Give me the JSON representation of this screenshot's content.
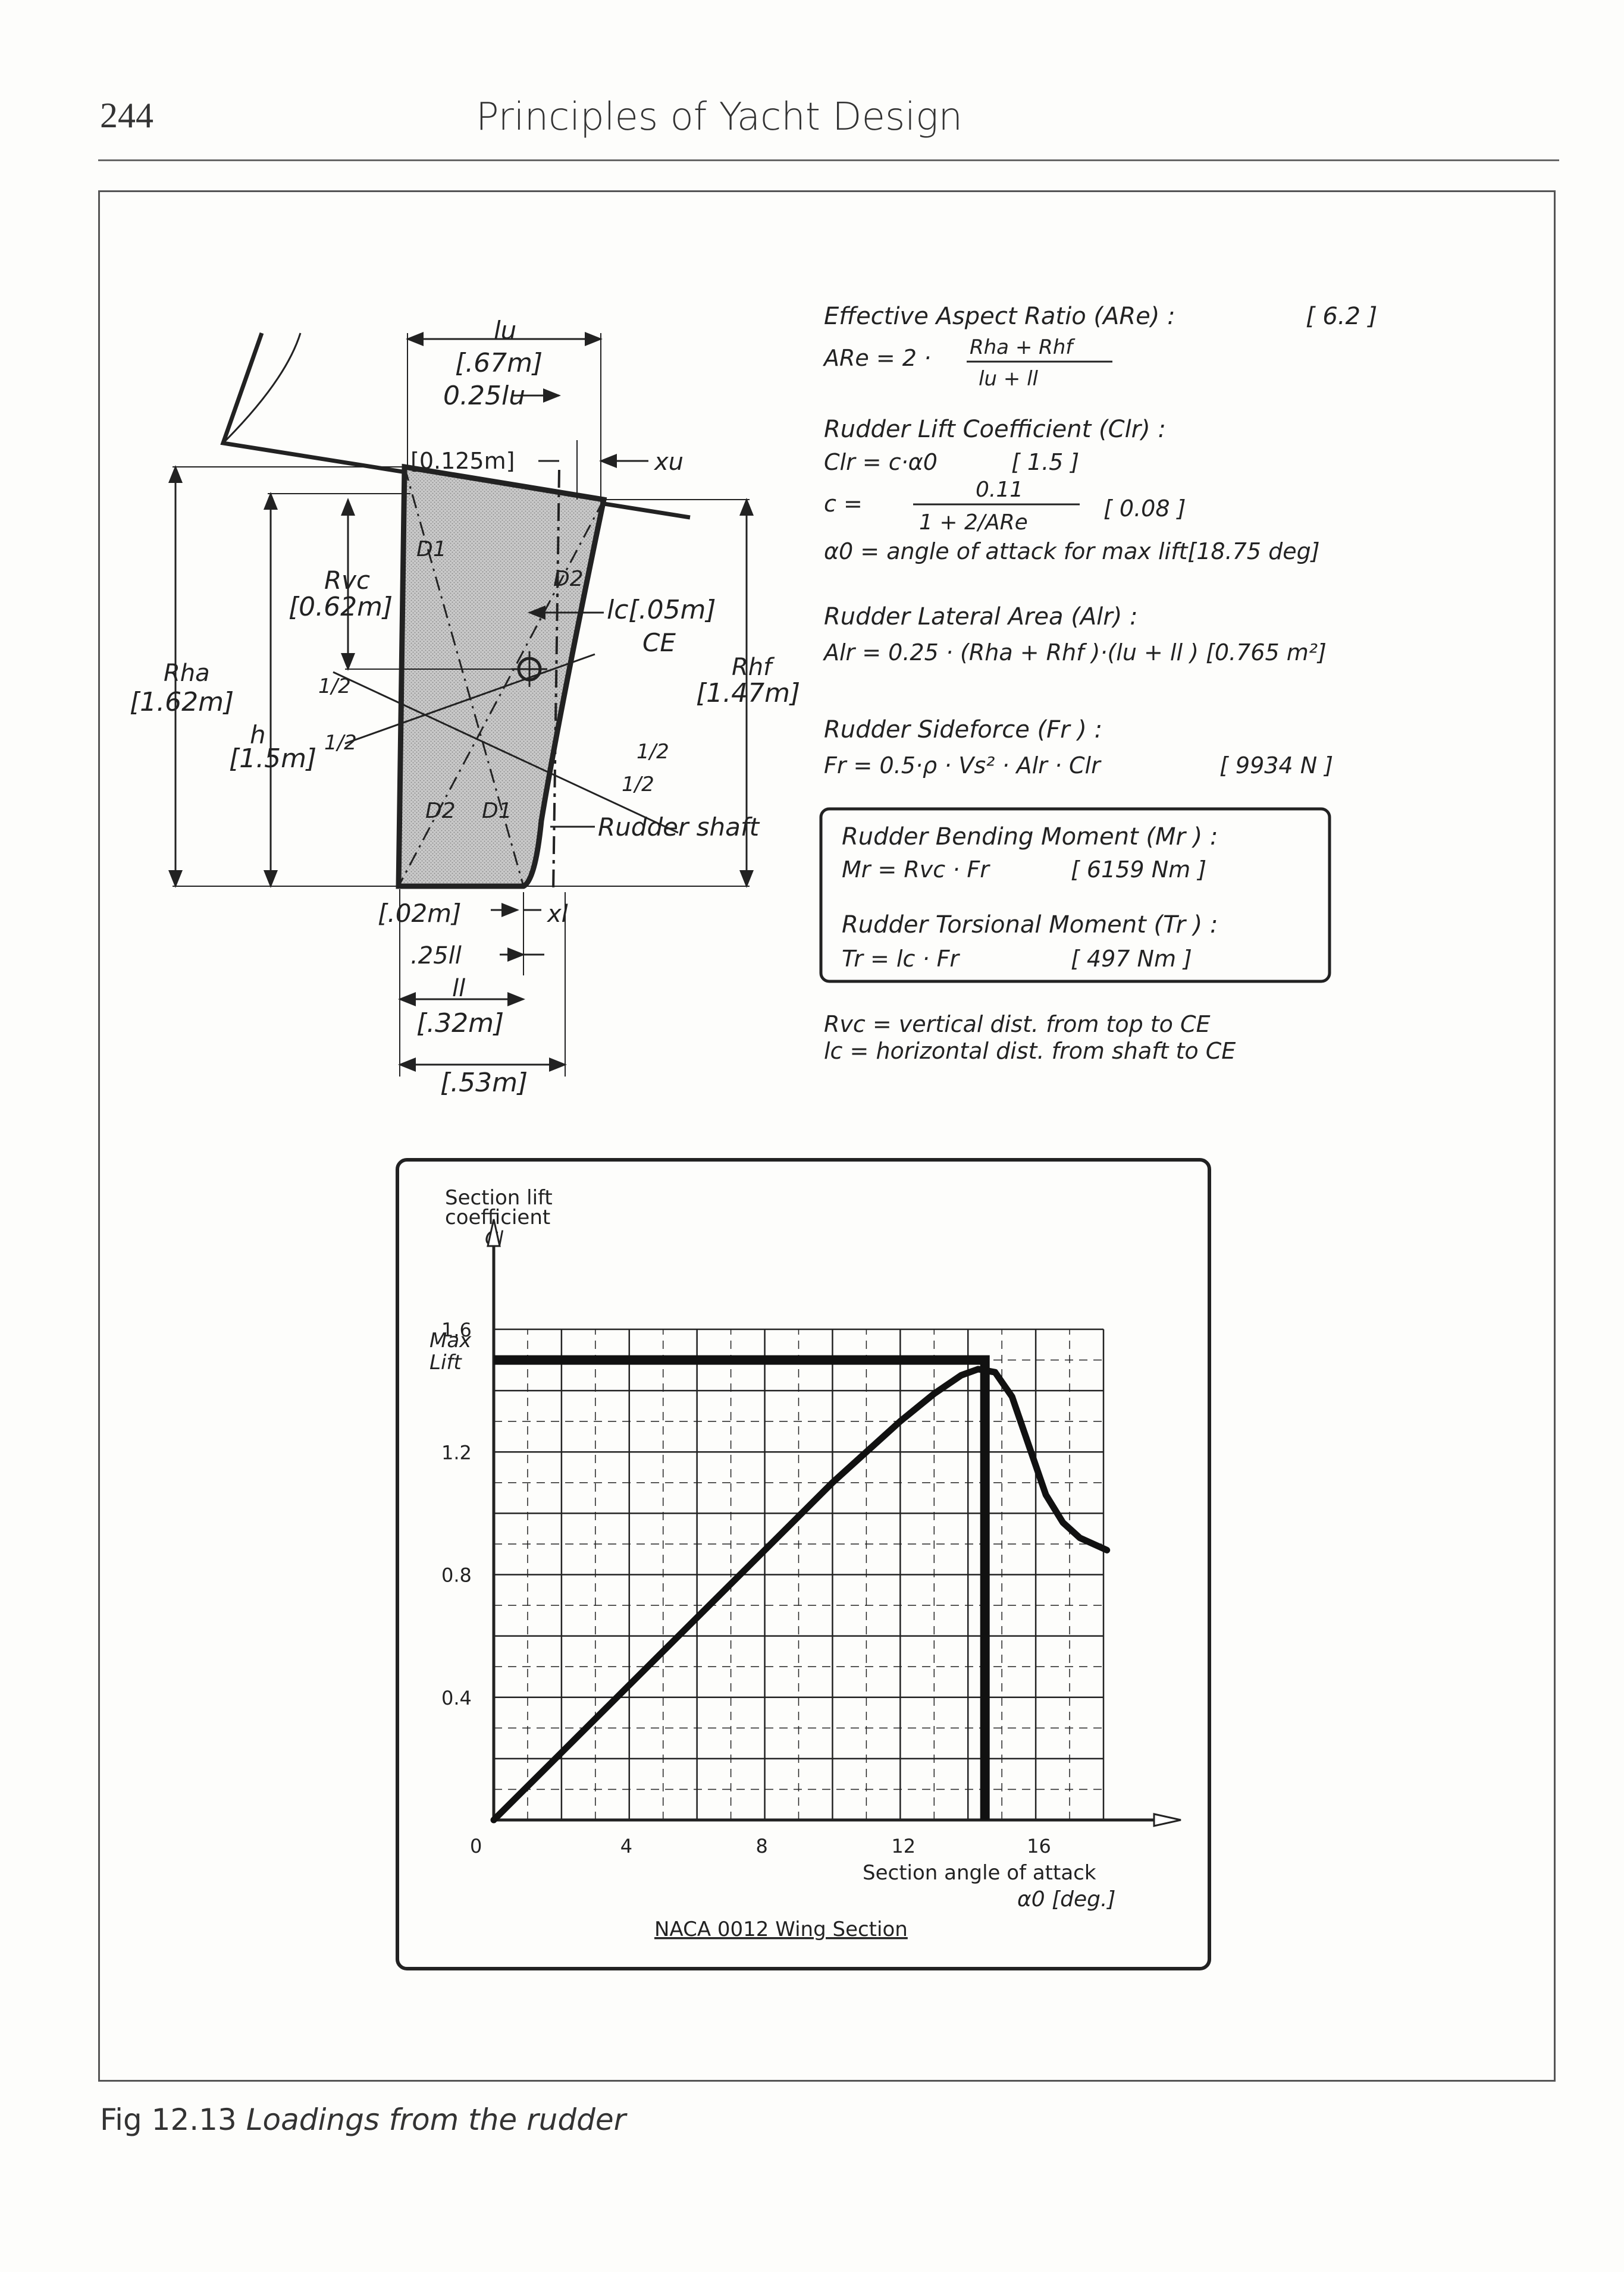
{
  "page": {
    "number": "244",
    "running_title": "Principles of Yacht Design"
  },
  "caption": {
    "label": "Fig 12.13",
    "text": "Loadings from the rudder"
  },
  "rudder_diagram": {
    "lu": "lu",
    "lu_value": "[.67m]",
    "lu_fraction": "0.25lu",
    "top_offset": "[0.125m]",
    "xu": "xu",
    "rvc": "Rvc",
    "rvc_value": "[0.62m]",
    "lc": "lc[.05m]",
    "ce": "CE",
    "rha": "Rha",
    "rha_value": "[1.62m]",
    "rhf": "Rhf",
    "rhf_value": "[1.47m]",
    "h": "h",
    "h_value": "[1.5m]",
    "half": "1/2",
    "d1": "D1",
    "d2": "D2",
    "shaft": "Rudder shaft",
    "bottom_offset": "[.02m]",
    "xl": "xl",
    "ll_fraction": ".25ll",
    "ll": "ll",
    "ll_value": "[.32m]",
    "chord_value": "[.53m]"
  },
  "formulas": {
    "aspect_title": "Effective Aspect Ratio (ARe) :",
    "aspect_value": "[ 6.2 ]",
    "aspect_lhs": "ARe = 2 ·",
    "aspect_num": "Rha + Rhf",
    "aspect_den": "lu + ll",
    "lift_title": "Rudder Lift Coefficient (Clr) :",
    "lift_eq": "Clr = c·α0",
    "lift_value": "[ 1.5 ]",
    "c_lhs": "c =",
    "c_num": "0.11",
    "c_den": "1 + 2/ARe",
    "c_value": "[ 0.08 ]",
    "alpha_eq": "α0 = angle of attack for max lift[18.75 deg]",
    "area_title": "Rudder Lateral Area (Alr) :",
    "area_eq": "Alr = 0.25 · (Rha + Rhf )·(lu + ll ) [0.765 m²]",
    "force_title": "Rudder Sideforce (Fr ) :",
    "force_eq": "Fr = 0.5·ρ · Vs² · Alr · Clr",
    "force_value": "[ 9934 N ]",
    "bending_title": "Rudder Bending Moment (Mr ) :",
    "bending_eq": "Mr = Rvc · Fr",
    "bending_value": "[ 6159 Nm ]",
    "torsion_title": "Rudder Torsional Moment (Tr ) :",
    "torsion_eq": "Tr = lc · Fr",
    "torsion_value": "[ 497 Nm ]",
    "def_rvc": "Rvc = vertical dist. from top to CE",
    "def_lc": "lc = horizontal dist. from shaft to CE"
  },
  "chart_data": {
    "type": "line",
    "title": "NACA 0012 Wing Section",
    "ylabel_lines": [
      "Section lift",
      "coefficient",
      "Cl"
    ],
    "xlabel": "Section angle of attack",
    "xlabel_symbol": "α0 [deg.]",
    "max_lift_label": [
      "Max",
      "Lift"
    ],
    "xlim": [
      0,
      18
    ],
    "ylim": [
      0,
      1.6
    ],
    "x_ticks": [
      "0",
      "4",
      "8",
      "12",
      "16"
    ],
    "x_tick_values": [
      0,
      4,
      8,
      12,
      16
    ],
    "y_ticks": [
      "0.4",
      "0.8",
      "1.2",
      "1.6"
    ],
    "y_tick_values": [
      0.4,
      0.8,
      1.2,
      1.6
    ],
    "grid": true,
    "max_lift_value": 1.5,
    "max_lift_alpha": 14.5,
    "series": [
      {
        "x": [
          0,
          2,
          4,
          6,
          8,
          10,
          12,
          13,
          13.8,
          14.3,
          14.8,
          15.3,
          15.8,
          16.3,
          16.8,
          17.3,
          18.1
        ],
        "y": [
          0,
          0.22,
          0.44,
          0.66,
          0.88,
          1.1,
          1.3,
          1.39,
          1.45,
          1.47,
          1.46,
          1.38,
          1.22,
          1.06,
          0.97,
          0.92,
          0.88
        ]
      }
    ]
  }
}
